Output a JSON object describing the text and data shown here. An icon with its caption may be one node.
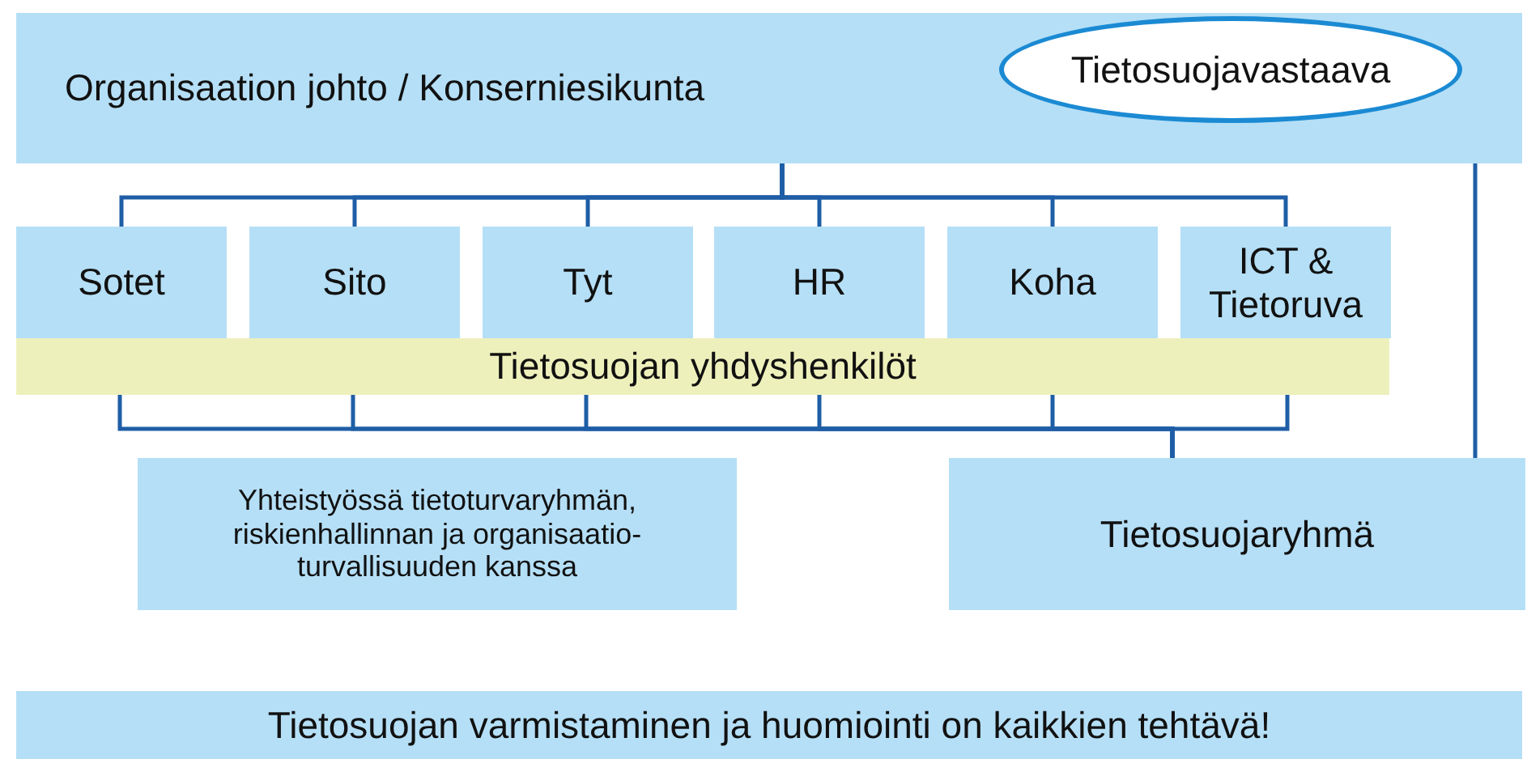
{
  "diagram": {
    "nodes": [
      {
        "text": [
          "Organisaation johto / Konserniesikunta"
        ]
      },
      {
        "text": [
          "Tietosuojavastaava"
        ],
        "in": 0
      },
      {
        "text": [
          "Sotet"
        ]
      },
      {
        "text": [
          "Sito"
        ]
      },
      {
        "text": [
          "Tyt"
        ]
      },
      {
        "text": [
          "HR"
        ]
      },
      {
        "text": [
          "Koha"
        ]
      },
      {
        "text": [
          "ICT & Tietoruva"
        ]
      },
      {
        "text": [
          "Tietosuojan yhdyshenkilöt"
        ]
      },
      {
        "text": [
          "Yhteistyössä tietoturvaryhmän, riskienhallinnan ja organisaatio-turvallisuuden kanssa"
        ]
      },
      {
        "text": [
          "Tietosuojaryhmä"
        ]
      },
      {
        "text": [
          "Tietosuojan varmistaminen ja huomiointi on kaikkien tehtävä!"
        ]
      }
    ],
    "edges": [
      {
        "from": 0,
        "to": 2,
        "arrow": "none"
      },
      {
        "from": 0,
        "to": 3,
        "arrow": "none"
      },
      {
        "from": 0,
        "to": 4,
        "arrow": "none"
      },
      {
        "from": 0,
        "to": 5,
        "arrow": "none"
      },
      {
        "from": 0,
        "to": 6,
        "arrow": "none"
      },
      {
        "from": 0,
        "to": 7,
        "arrow": "none"
      },
      {
        "from": 8,
        "to": 10,
        "arrow": "none"
      },
      {
        "from": 8,
        "to": 10,
        "arrow": "none"
      },
      {
        "from": 8,
        "to": 10,
        "arrow": "none"
      },
      {
        "from": 8,
        "to": 10,
        "arrow": "none"
      },
      {
        "from": 8,
        "to": 10,
        "arrow": "none"
      },
      {
        "from": 8,
        "to": 10,
        "arrow": "none"
      },
      {
        "from": 0,
        "to": 10,
        "arrow": "none"
      }
    ]
  }
}
